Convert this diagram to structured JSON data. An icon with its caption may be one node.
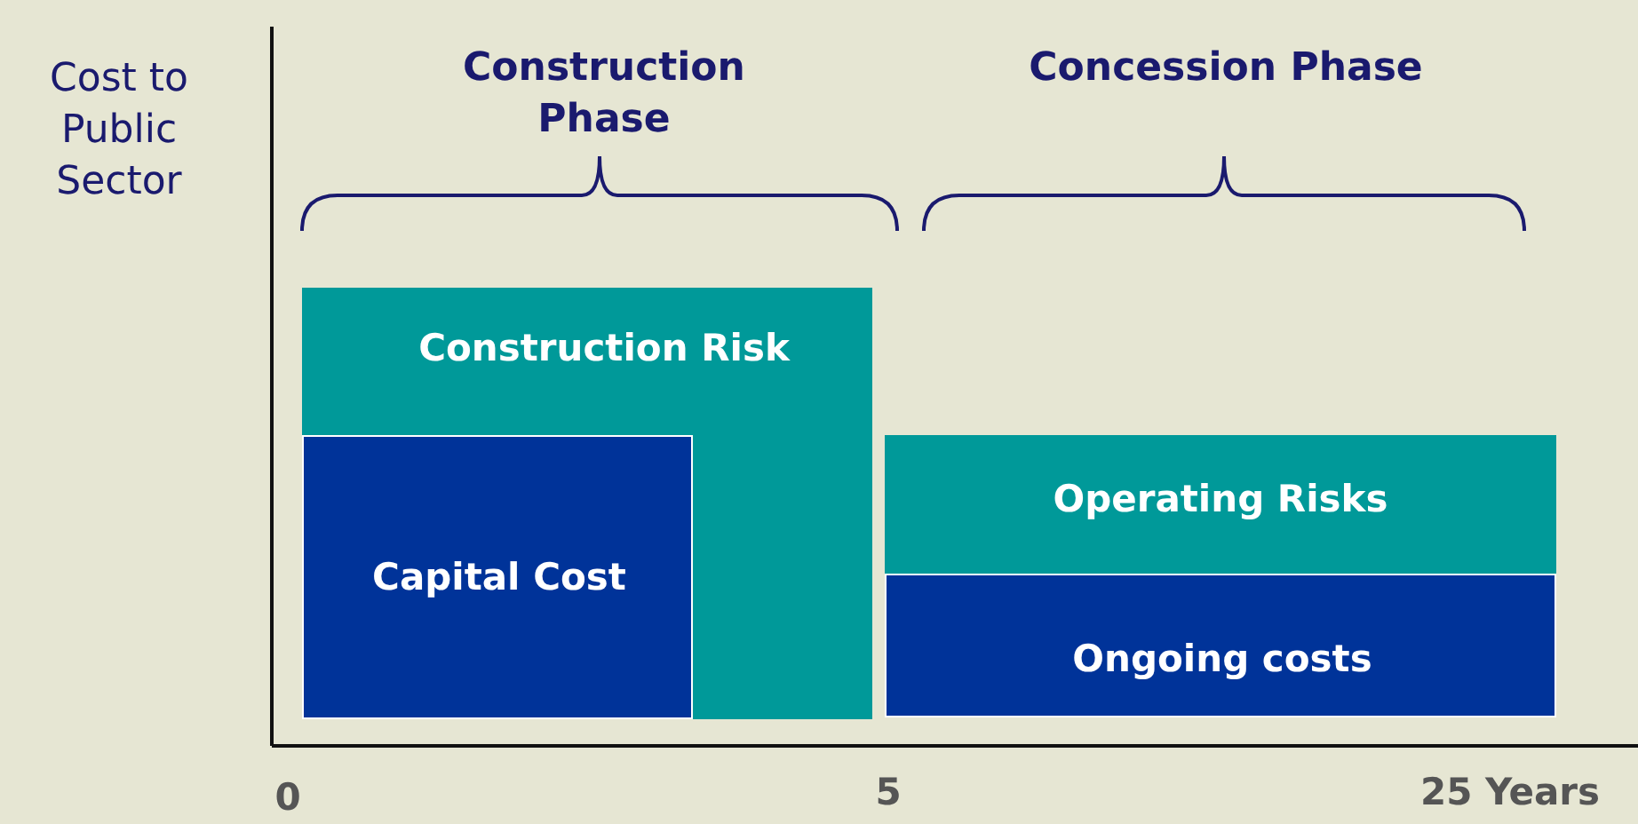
{
  "diagram": {
    "nodes": [
      {
        "text": [
          "Construction Risk"
        ]
      },
      {
        "text": [
          "Capital Cost"
        ],
        "in": 0
      },
      {
        "text": [
          "Operating Risks"
        ]
      },
      {
        "text": [
          "Ongoing costs"
        ]
      }
    ],
    "labels": [
      "Cost to Public Sector",
      "Construction Phase",
      "Concession Phase",
      "0",
      "5",
      "25 Years"
    ]
  }
}
